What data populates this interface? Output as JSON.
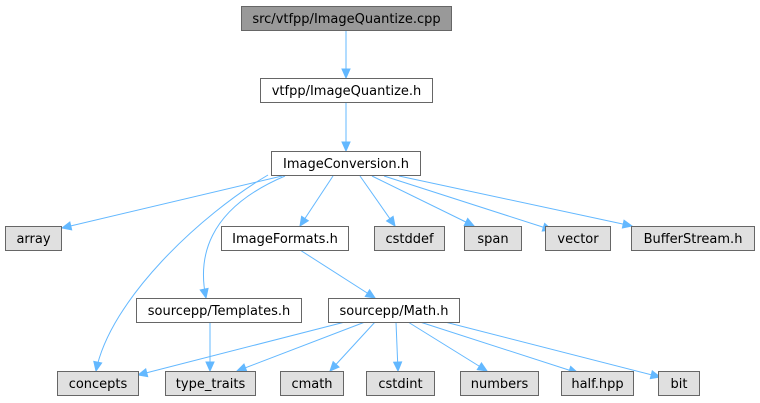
{
  "colors": {
    "root_fill": "#999999",
    "local_fill": "#ffffff",
    "system_fill": "#e0e0e0",
    "border": "#666666",
    "edge": "#63b8ff"
  },
  "nodes": [
    {
      "id": "root",
      "label": "src/vtfpp/ImageQuantize.cpp",
      "kind": "root"
    },
    {
      "id": "iq_h",
      "label": "vtfpp/ImageQuantize.h",
      "kind": "local"
    },
    {
      "id": "ic_h",
      "label": "ImageConversion.h",
      "kind": "local"
    },
    {
      "id": "array",
      "label": "array",
      "kind": "system"
    },
    {
      "id": "if_h",
      "label": "ImageFormats.h",
      "kind": "local"
    },
    {
      "id": "cstddef",
      "label": "cstddef",
      "kind": "system"
    },
    {
      "id": "span",
      "label": "span",
      "kind": "system"
    },
    {
      "id": "vector",
      "label": "vector",
      "kind": "system"
    },
    {
      "id": "bufstream",
      "label": "BufferStream.h",
      "kind": "system"
    },
    {
      "id": "templates",
      "label": "sourcepp/Templates.h",
      "kind": "local"
    },
    {
      "id": "math",
      "label": "sourcepp/Math.h",
      "kind": "local"
    },
    {
      "id": "concepts",
      "label": "concepts",
      "kind": "system"
    },
    {
      "id": "type_traits",
      "label": "type_traits",
      "kind": "system"
    },
    {
      "id": "cmath",
      "label": "cmath",
      "kind": "system"
    },
    {
      "id": "cstdint",
      "label": "cstdint",
      "kind": "system"
    },
    {
      "id": "numbers",
      "label": "numbers",
      "kind": "system"
    },
    {
      "id": "halfhpp",
      "label": "half.hpp",
      "kind": "system"
    },
    {
      "id": "bit",
      "label": "bit",
      "kind": "system"
    }
  ],
  "edges": [
    {
      "from": "root",
      "to": "iq_h"
    },
    {
      "from": "iq_h",
      "to": "ic_h"
    },
    {
      "from": "ic_h",
      "to": "array"
    },
    {
      "from": "ic_h",
      "to": "concepts"
    },
    {
      "from": "ic_h",
      "to": "templates"
    },
    {
      "from": "ic_h",
      "to": "if_h"
    },
    {
      "from": "ic_h",
      "to": "cstddef"
    },
    {
      "from": "ic_h",
      "to": "span"
    },
    {
      "from": "ic_h",
      "to": "vector"
    },
    {
      "from": "ic_h",
      "to": "bufstream"
    },
    {
      "from": "if_h",
      "to": "math"
    },
    {
      "from": "templates",
      "to": "type_traits"
    },
    {
      "from": "math",
      "to": "concepts"
    },
    {
      "from": "math",
      "to": "type_traits"
    },
    {
      "from": "math",
      "to": "cmath"
    },
    {
      "from": "math",
      "to": "cstdint"
    },
    {
      "from": "math",
      "to": "numbers"
    },
    {
      "from": "math",
      "to": "halfhpp"
    },
    {
      "from": "math",
      "to": "bit"
    }
  ]
}
